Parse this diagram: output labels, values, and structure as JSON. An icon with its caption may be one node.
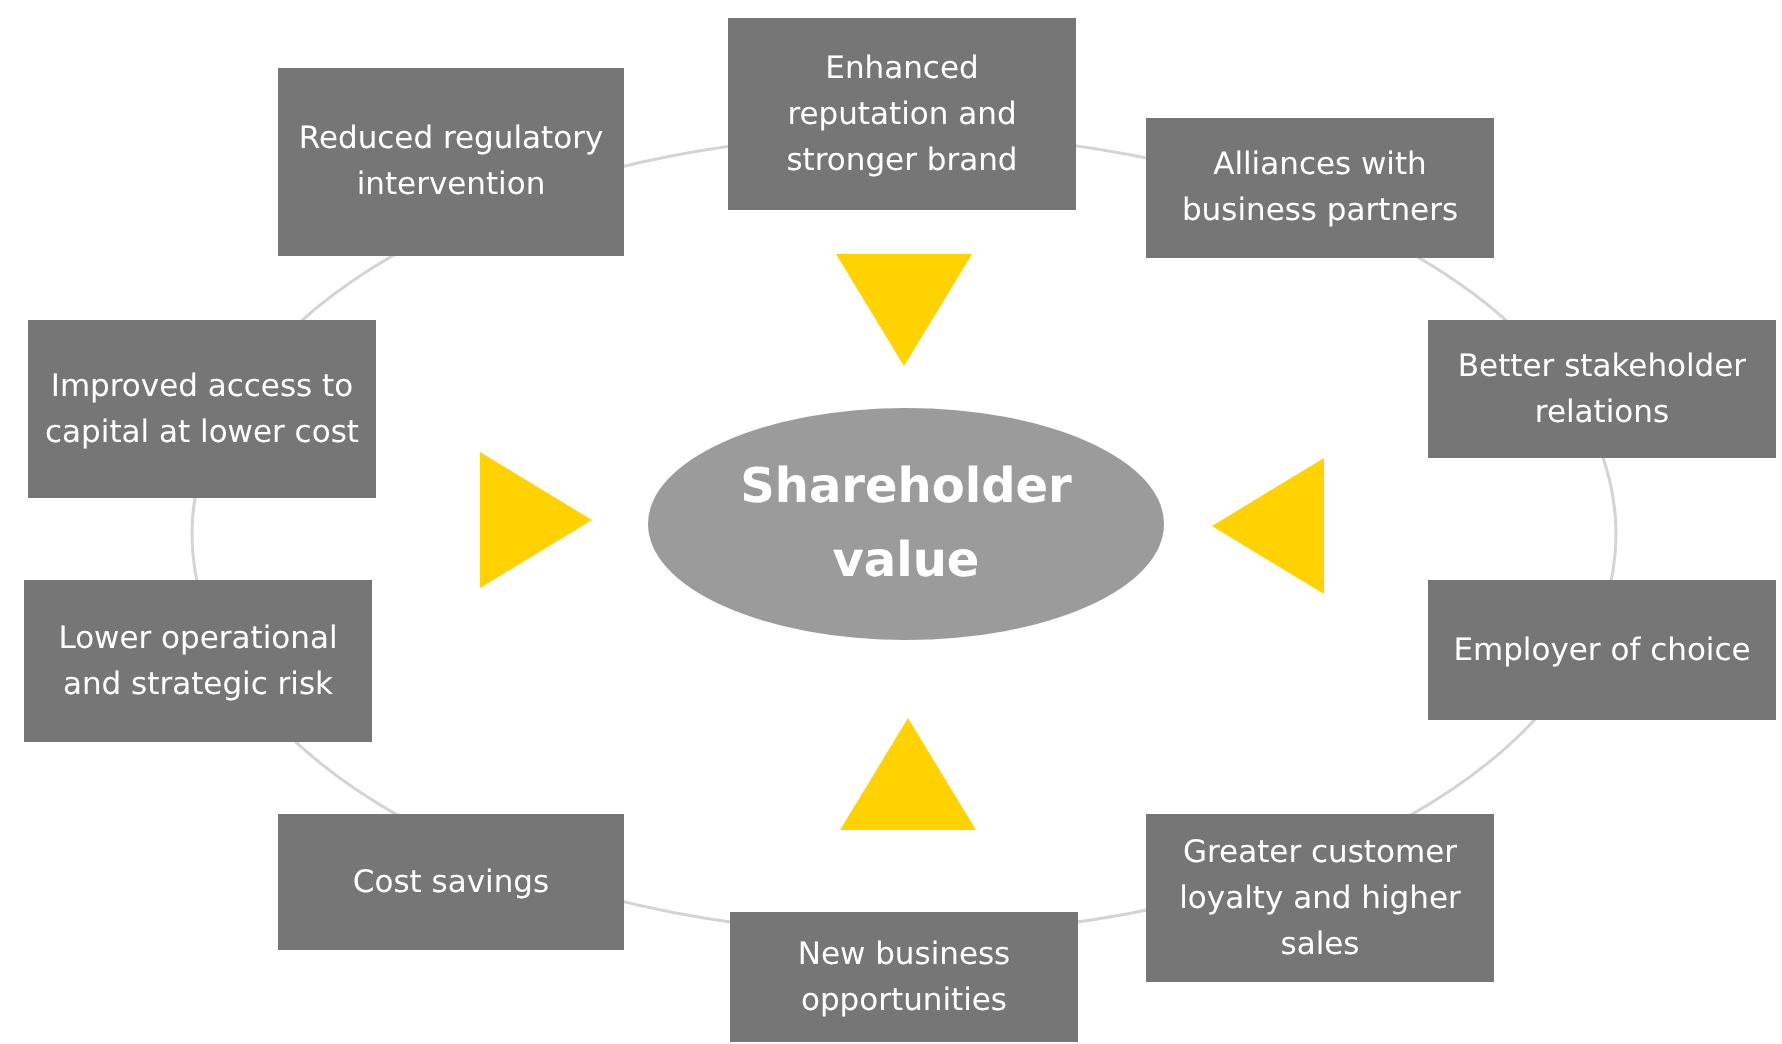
{
  "diagram": {
    "nodes": [
      {
        "text": [
          "Enhanced reputation and stronger brand"
        ]
      },
      {
        "text": [
          "Reduced regulatory intervention"
        ]
      },
      {
        "text": [
          "Alliances with business partners"
        ]
      },
      {
        "text": [
          "Improved access to capital at lower cost"
        ]
      },
      {
        "text": [
          "Better stakeholder relations"
        ]
      },
      {
        "text": [
          "Shareholder value"
        ]
      },
      {
        "text": [
          "Lower operational and strategic risk"
        ]
      },
      {
        "text": [
          "Employer of choice"
        ]
      },
      {
        "text": [
          "Cost savings"
        ]
      },
      {
        "text": [
          "Greater customer loyalty and higher sales"
        ]
      },
      {
        "text": [
          "New business opportunities"
        ]
      }
    ],
    "edges": [
      {
        "from": 0,
        "to": 5,
        "arrow": "to"
      },
      {
        "from": 3,
        "to": 5,
        "arrow": "to"
      },
      {
        "from": 4,
        "to": 5,
        "arrow": "to"
      },
      {
        "from": 10,
        "to": 5,
        "arrow": "to"
      }
    ]
  }
}
